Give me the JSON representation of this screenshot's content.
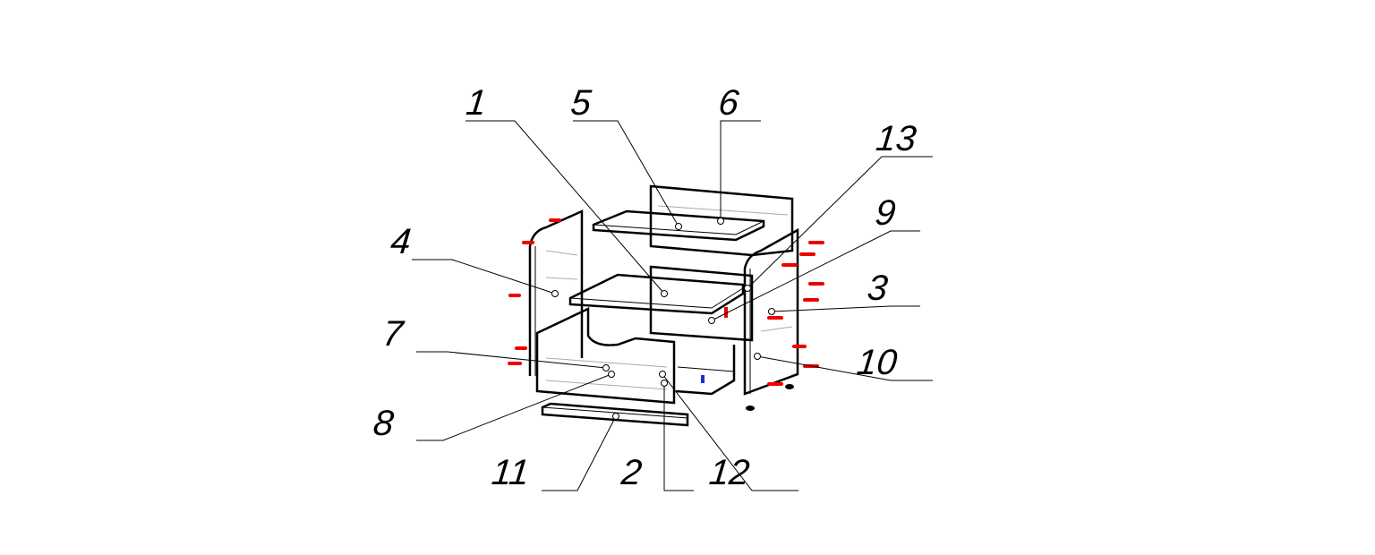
{
  "drawing": {
    "type": "exploded-assembly",
    "callouts": [
      {
        "id": "1",
        "label": "1"
      },
      {
        "id": "5",
        "label": "5"
      },
      {
        "id": "6",
        "label": "6"
      },
      {
        "id": "13",
        "label": "13"
      },
      {
        "id": "9",
        "label": "9"
      },
      {
        "id": "4",
        "label": "4"
      },
      {
        "id": "3",
        "label": "3"
      },
      {
        "id": "7",
        "label": "7"
      },
      {
        "id": "10",
        "label": "10"
      },
      {
        "id": "8",
        "label": "8"
      },
      {
        "id": "11",
        "label": "11"
      },
      {
        "id": "2",
        "label": "2"
      },
      {
        "id": "12",
        "label": "12"
      }
    ],
    "colors": {
      "line": "#000000",
      "hidden": "#aaaaaa",
      "fastener": "#e00000",
      "marker": "#1a2fd0"
    },
    "marker_text": "1"
  }
}
